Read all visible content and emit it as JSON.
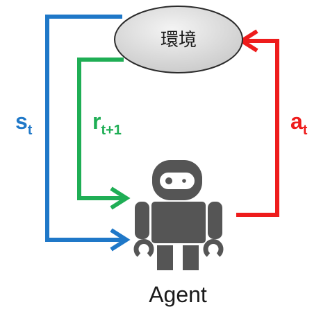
{
  "environment": {
    "label": "環境"
  },
  "agent": {
    "label": "Agent"
  },
  "signals": {
    "state": {
      "symbol": "s",
      "subscript": "t",
      "color": "#1F78C8"
    },
    "reward": {
      "symbol": "r",
      "subscript": "t+1",
      "color": "#1FAE55"
    },
    "action": {
      "symbol": "a",
      "subscript": "t",
      "color": "#EE1C1C"
    }
  },
  "colors": {
    "environment_fill": "#DADADA",
    "robot": "#555555",
    "robot_eye": "#ffffff"
  },
  "icons": [
    "robot-icon"
  ]
}
